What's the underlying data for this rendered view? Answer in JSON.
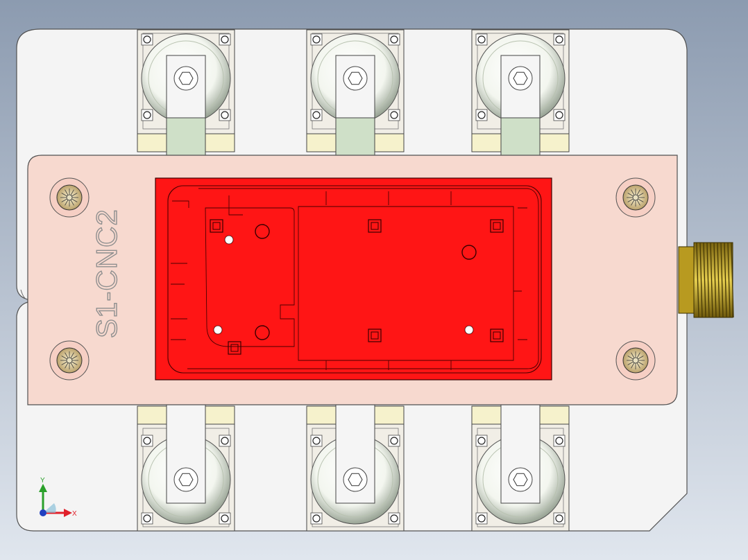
{
  "engraving": {
    "text": "S1-CNC2"
  },
  "axes": {
    "x_label": "X",
    "y_label": "Y"
  },
  "colors": {
    "background_top": "#8c9bb0",
    "background_bottom": "#e0e6ee",
    "base_plate": "#f4f4f4",
    "top_plate": "#f7d9cf",
    "cavity": "#ff1515",
    "clamp_block": "#f1eee6",
    "spacer": "#f6f2cc",
    "clamp_arm_green": "#cfe0c8",
    "clamp_arm_white": "#f5f5f5",
    "connector": "#c8b030",
    "axis_x": "#e0202a",
    "axis_y": "#2aa02a"
  },
  "icons": {
    "bolt": "hex-socket-bolt-icon",
    "locator": "locator-pin-icon",
    "triad": "coordinate-triad-icon"
  }
}
